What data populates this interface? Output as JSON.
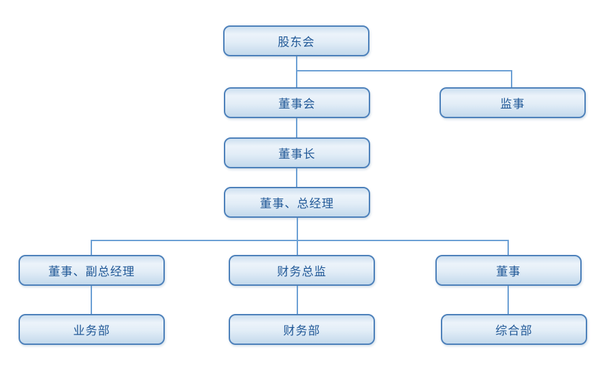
{
  "diagram": {
    "type": "org-chart",
    "nodes": {
      "shareholders": {
        "label": "股东会"
      },
      "board": {
        "label": "董事会"
      },
      "supervisor": {
        "label": "监事"
      },
      "chairman": {
        "label": "董事长"
      },
      "director_gm": {
        "label": "董事、总经理"
      },
      "director_deputy_gm": {
        "label": "董事、副总经理"
      },
      "cfo": {
        "label": "财务总监"
      },
      "director": {
        "label": "董事"
      },
      "business_dept": {
        "label": "业务部"
      },
      "finance_dept": {
        "label": "财务部"
      },
      "general_dept": {
        "label": "综合部"
      }
    },
    "edges": [
      {
        "from": "shareholders",
        "to": "board"
      },
      {
        "from": "shareholders",
        "to": "supervisor"
      },
      {
        "from": "board",
        "to": "chairman"
      },
      {
        "from": "chairman",
        "to": "director_gm"
      },
      {
        "from": "director_gm",
        "to": "director_deputy_gm"
      },
      {
        "from": "director_gm",
        "to": "cfo"
      },
      {
        "from": "director_gm",
        "to": "director"
      },
      {
        "from": "director_deputy_gm",
        "to": "business_dept"
      },
      {
        "from": "cfo",
        "to": "finance_dept"
      },
      {
        "from": "director",
        "to": "general_dept"
      }
    ],
    "colors": {
      "node_border": "#4c80ba",
      "node_fill_top": "#cddff0",
      "node_fill_middle": "#ecf3fa",
      "node_fill_bottom": "#c3d9ec",
      "connector": "#6b9fd4",
      "text": "#1f5796",
      "background": "#ffffff"
    }
  }
}
